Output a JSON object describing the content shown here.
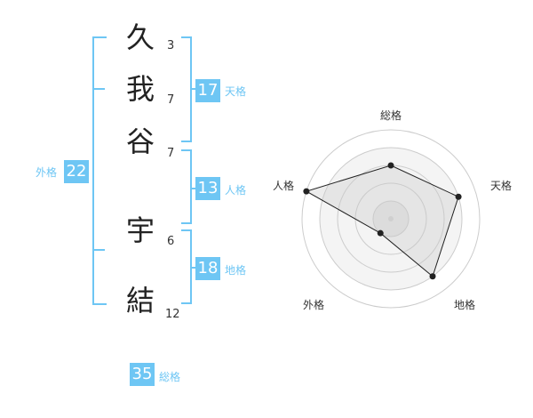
{
  "name": {
    "chars": [
      {
        "char": "久",
        "strokes": "3"
      },
      {
        "char": "我",
        "strokes": "7"
      },
      {
        "char": "谷",
        "strokes": "7"
      },
      {
        "char": "宇",
        "strokes": "6"
      },
      {
        "char": "結",
        "strokes": "12"
      }
    ]
  },
  "fortune": {
    "tenkaku": {
      "label": "天格",
      "value": "17"
    },
    "jinkaku": {
      "label": "人格",
      "value": "13"
    },
    "chikaku": {
      "label": "地格",
      "value": "18"
    },
    "gaikaku": {
      "label": "外格",
      "value": "22"
    },
    "soukaku": {
      "label": "総格",
      "value": "35"
    }
  },
  "colors": {
    "accent": "#6ec6f4",
    "text": "#222222",
    "grid": "#cccccc",
    "fill": "#e8e8e8"
  },
  "chart_data": {
    "type": "radar",
    "axes": [
      "総格",
      "天格",
      "地格",
      "外格",
      "人格"
    ],
    "values": [
      3,
      4,
      4,
      1,
      5
    ],
    "max": 5,
    "rings": 5
  }
}
